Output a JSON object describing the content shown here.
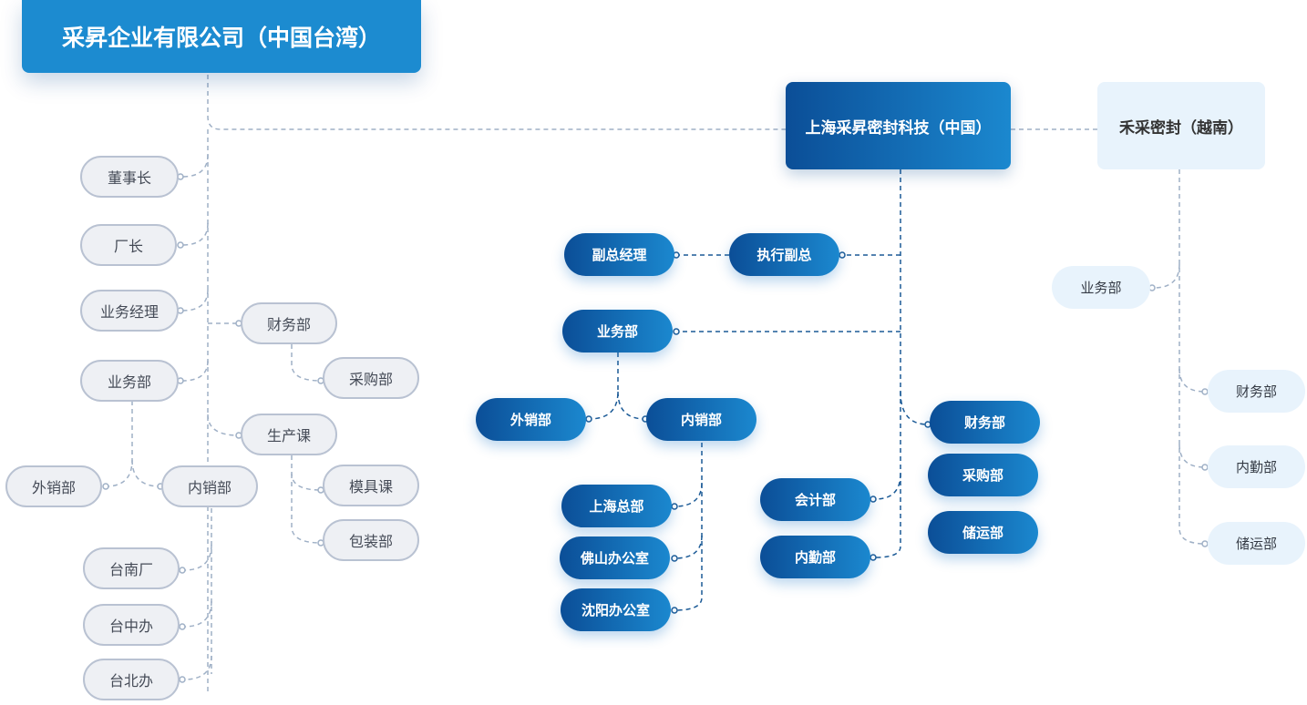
{
  "companies": {
    "taiwan": "采昇企业有限公司（中国台湾）",
    "shanghai": "上海采昇密封科技（中国）",
    "vietnam": "禾采密封（越南）"
  },
  "taiwan_org": {
    "chairman": "董事长",
    "factory_head": "厂长",
    "sales_manager": "业务经理",
    "sales_dept": "业务部",
    "finance": "财务部",
    "purchasing": "采购部",
    "production": "生产课",
    "mold": "模具课",
    "packaging": "包装部",
    "export_sales": "外销部",
    "domestic_sales": "内销部",
    "tainan_plant": "台南厂",
    "taichung_office": "台中办",
    "taipei_office": "台北办"
  },
  "shanghai_org": {
    "deputy_gm": "副总经理",
    "executive_vp": "执行副总",
    "sales_dept": "业务部",
    "export_sales": "外销部",
    "domestic_sales": "内销部",
    "shanghai_hq": "上海总部",
    "foshan_office": "佛山办公室",
    "shenyang_office": "沈阳办公室",
    "accounting": "会计部",
    "internal_affairs": "内勤部",
    "finance": "财务部",
    "purchasing": "采购部",
    "logistics": "储运部"
  },
  "vietnam_org": {
    "sales_dept": "业务部",
    "finance": "财务部",
    "internal_affairs": "内勤部",
    "logistics": "储运部"
  },
  "colors": {
    "gray_node_bg": "#eef0f4",
    "gray_node_border": "#b9c2d2",
    "blue_dark": "#0b4e97",
    "blue_light": "#1b88cf",
    "light_node_bg": "#e8f3fc",
    "connector_gray": "#9fb0c6",
    "connector_blue": "#1b5a96"
  }
}
